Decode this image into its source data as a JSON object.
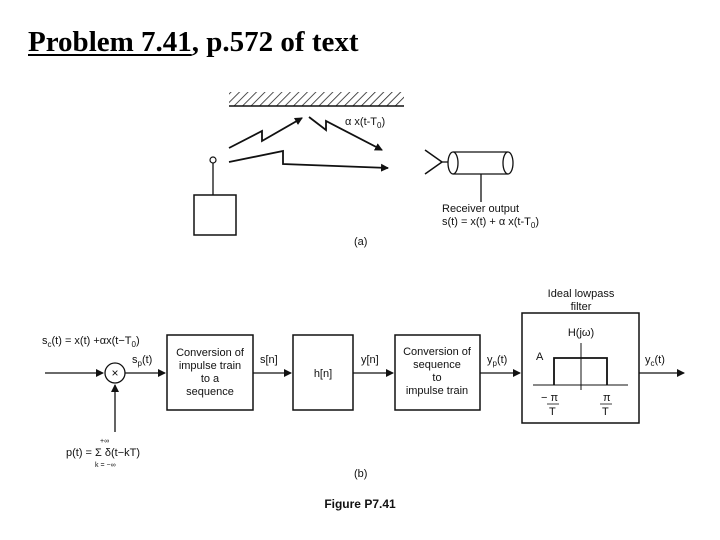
{
  "title": {
    "underlined": "Problem 7.41",
    "rest": ", p.572 of text"
  },
  "part_a": {
    "reflected_label": "α x(t-T0)",
    "receiver_label": "Receiver output",
    "equation": "s(t) = x(t) + α x(t-T0)",
    "caption": "(a)"
  },
  "part_b": {
    "input_label": "sc(t) = x(t) +αx(t−T0)",
    "sp_label": "sp(t)",
    "mult_symbol": "×",
    "block1": [
      "Conversion of",
      "impulse train",
      "to a",
      "sequence"
    ],
    "sn_label": "s[n]",
    "hn_label": "h[n]",
    "yn_label": "y[n]",
    "block3": [
      "Conversion of",
      "sequence",
      "to",
      "impulse train"
    ],
    "yp_label": "yp(t)",
    "filter_title": [
      "Ideal lowpass",
      "filter"
    ],
    "H_label": "H(jω)",
    "A_label": "A",
    "neg_pi_T": "−π/T",
    "pos_pi_T": "π/T",
    "yc_label": "yc(t)",
    "pt_label": "p(t) = Σ δ(t−kT)",
    "sum_upper": "+∞",
    "sum_lower": "k = −∞",
    "caption": "(b)"
  },
  "figure_caption": "Figure P7.41"
}
